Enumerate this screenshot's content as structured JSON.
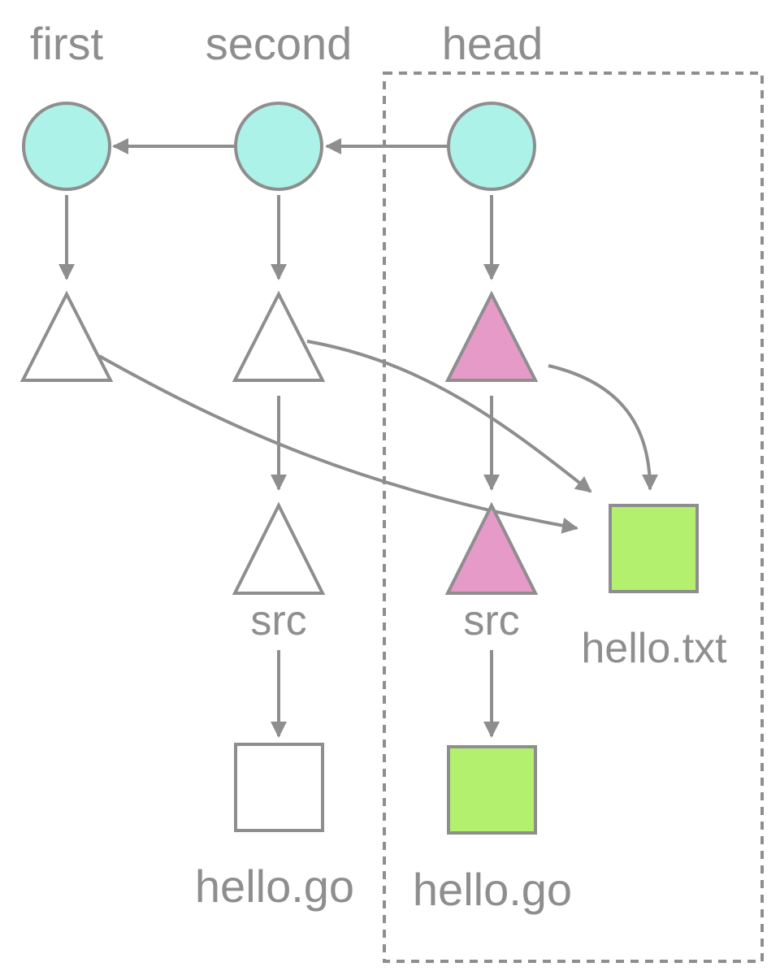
{
  "labels": {
    "first": "first",
    "second": "second",
    "head": "head",
    "src_second": "src",
    "src_head": "src",
    "hello_txt": "hello.txt",
    "hello_go_second": "hello.go",
    "hello_go_head": "hello.go"
  },
  "colors": {
    "commit": "#adf2e8",
    "modified_tree": "#e59ac8",
    "modified_blob": "#b3f06e",
    "unchanged": "#ffffff",
    "stroke": "#8e8e8e"
  }
}
